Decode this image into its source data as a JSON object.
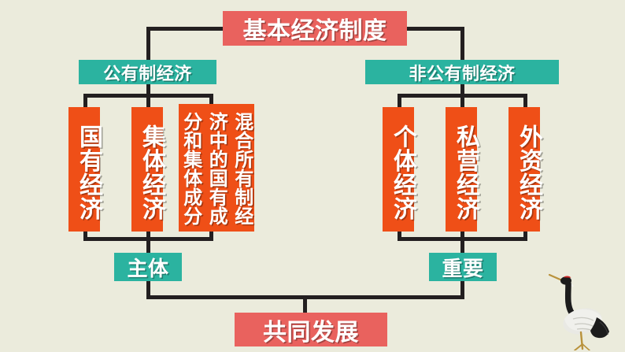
{
  "meta": {
    "title": "基本经济制度 结构图",
    "background_color": "#ebebdc",
    "colors": {
      "red": "#e9625e",
      "teal": "#2bb3a0",
      "orange": "#ef4f17",
      "line": "#231f20",
      "text": "#ffffff"
    }
  },
  "diagram": {
    "type": "hierarchy",
    "root": {
      "label": "基本经济制度",
      "color": "#e9625e"
    },
    "branches": [
      {
        "label": "公有制经济",
        "color": "#2bb3a0",
        "result": "主体",
        "children": [
          {
            "label": "国有经济"
          },
          {
            "label": "集体经济"
          },
          {
            "label": "混合所有制经济中的国有成分和集体成分"
          }
        ]
      },
      {
        "label": "非公有制经济",
        "color": "#2bb3a0",
        "result": "重要",
        "children": [
          {
            "label": "个体经济"
          },
          {
            "label": "私营经济"
          },
          {
            "label": "外资经济"
          }
        ]
      }
    ],
    "conclusion": {
      "label": "共同发展",
      "color": "#e9625e"
    }
  },
  "nodes": {
    "root": "基本经济制度",
    "public": "公有制经济",
    "nonpublic": "非公有制经济",
    "state_owned": "国有经济",
    "collective": "集体经济",
    "mixed_col1": "混合所有制经",
    "mixed_col2": "济中的国有成",
    "mixed_col3": "分和集体成分",
    "mixed_full": "混合所有制经济中的国有成分和集体成分",
    "individual": "个体经济",
    "private": "私营经济",
    "foreign": "外资经济",
    "principal": "主体",
    "important": "重要",
    "conclusion": "共同发展"
  },
  "decoration": {
    "crane": "red-crowned-crane-illustration"
  }
}
